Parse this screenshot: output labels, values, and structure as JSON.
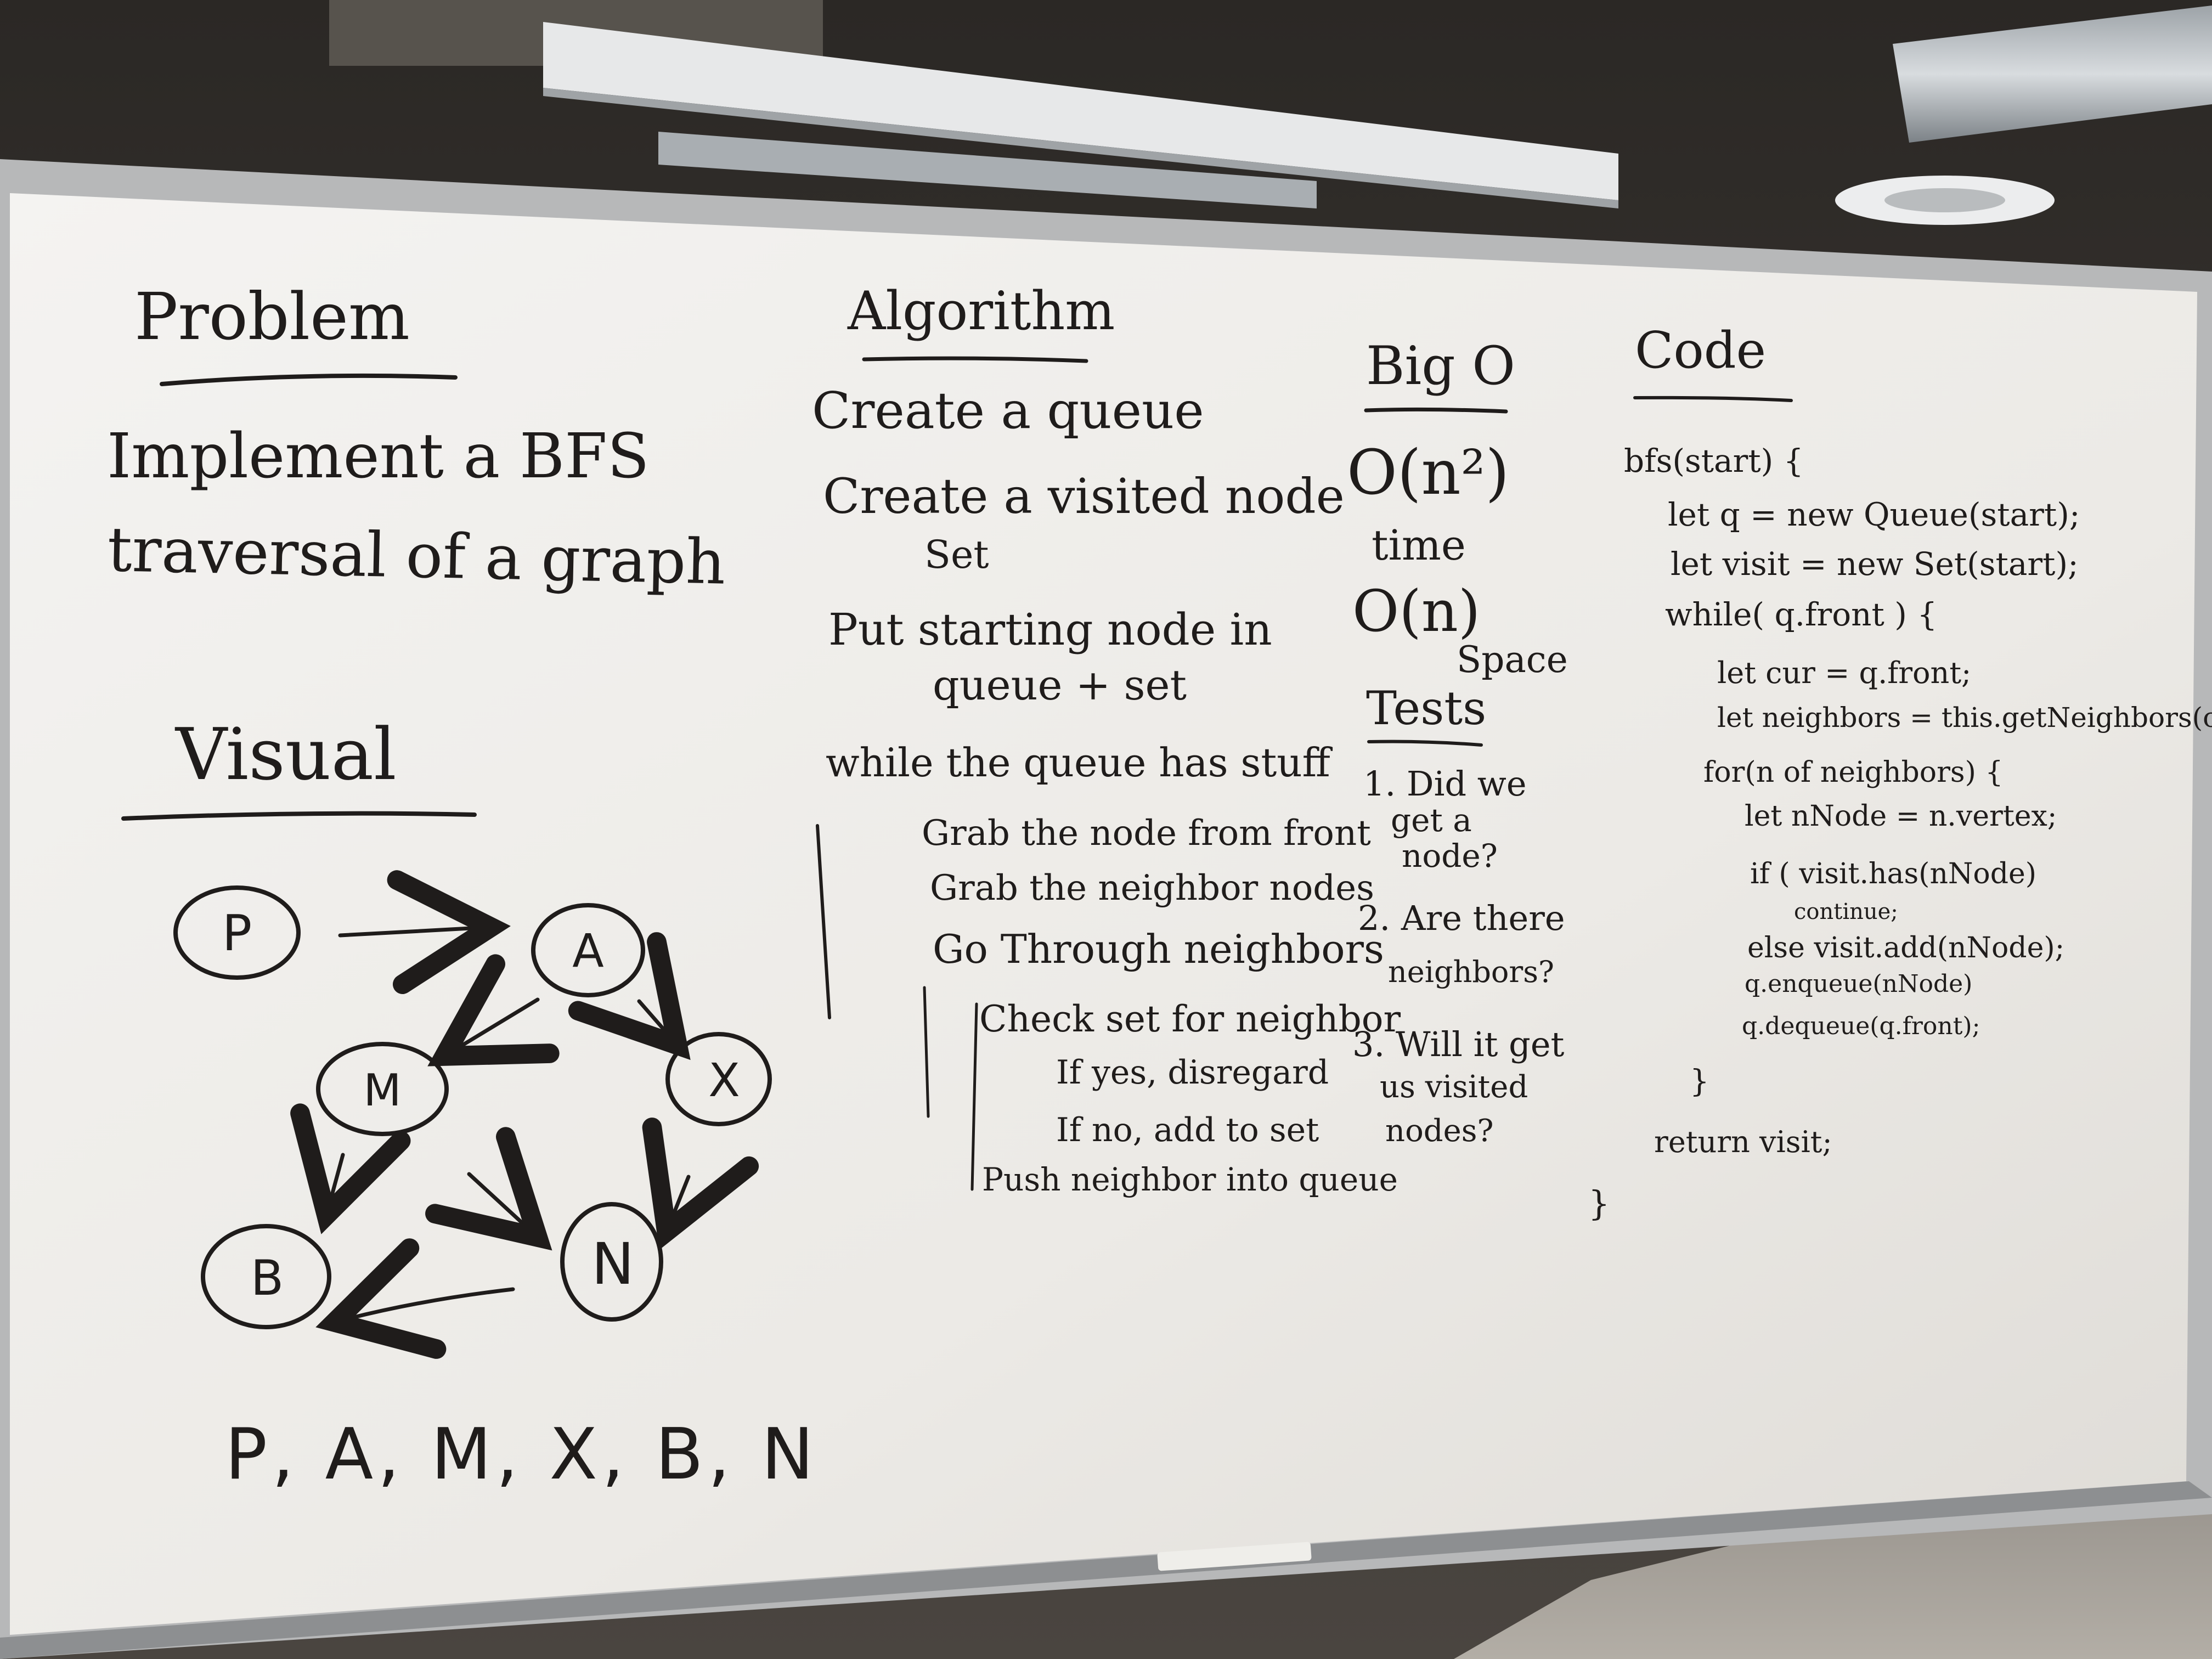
{
  "colors": {
    "ink": "#1f1c1b",
    "board": "#f2f1ee",
    "ceiling": "#3a3632"
  },
  "problem": {
    "heading": "Problem",
    "line1": "Implement a BFS",
    "line2": "traversal of a graph"
  },
  "visual": {
    "heading": "Visual",
    "nodes": {
      "p": "P",
      "a": "A",
      "m": "M",
      "x": "X",
      "b": "B",
      "n": "N"
    },
    "order": "P, A, M, X, B, N"
  },
  "algorithm": {
    "heading": "Algorithm",
    "step1": "Create a queue",
    "step2_line1": "Create a visited node",
    "step2_line2": "Set",
    "step3_line1": "Put starting node in",
    "step3_line2": "queue + set",
    "step4": "while the queue has stuff",
    "sub1": "Grab the node from front",
    "sub2": "Grab the neighbor nodes",
    "sub3": "Go Through neighbors",
    "sub3a": "Check set for neighbor",
    "sub3b": "If yes, disregard",
    "sub3c": "If no, add to set",
    "sub3d": "Push neighbor into queue"
  },
  "bigo": {
    "heading": "Big O",
    "time_value": "O(n²)",
    "time_label": "time",
    "space_value": "O(n)",
    "space_label": "Space"
  },
  "tests": {
    "heading": "Tests",
    "t1_line1": "1. Did we",
    "t1_line2": "get a",
    "t1_line3": "node?",
    "t2_line1": "2. Are there",
    "t2_line2": "neighbors?",
    "t3_line1": "3. Will it get",
    "t3_line2": "us visited",
    "t3_line3": "nodes?"
  },
  "code": {
    "heading": "Code",
    "lines": [
      "bfs(start) {",
      "let q = new Queue(start);",
      "let visit = new Set(start);",
      "while( q.front ) {",
      "let cur = q.front;",
      "let neighbors = this.getNeighbors(cur);",
      "for(n of neighbors) {",
      "let nNode = n.vertex;",
      "if ( visit.has(nNode)",
      "continue;",
      "else visit.add(nNode);",
      "q.enqueue(nNode)",
      "q.dequeue(q.front);",
      "}",
      "return visit;",
      "}"
    ]
  }
}
